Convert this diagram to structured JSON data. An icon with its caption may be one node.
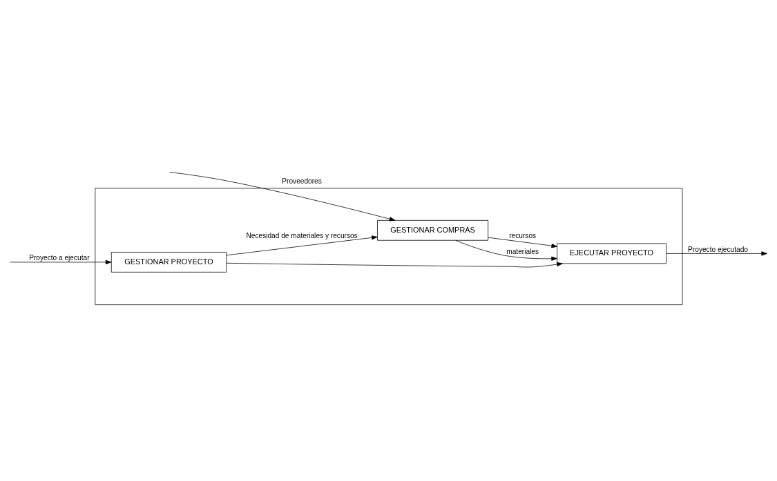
{
  "diagram": {
    "nodes": [
      {
        "text": [],
        "shape": "box"
      },
      {
        "text": [
          "GESTIONAR PROYECTO"
        ],
        "in": 0
      },
      {
        "text": [
          "EJECUTAR PROYECTO"
        ],
        "in": 0
      },
      {
        "text": [
          "GESTIONAR COMPRAS"
        ],
        "in": 0
      }
    ],
    "edges": [
      {
        "from": null,
        "to": 1,
        "arrow": "to",
        "label": "Proyecto a ejecutar"
      },
      {
        "from": 1,
        "to": 2,
        "arrow": "to"
      },
      {
        "from": 1,
        "to": 3,
        "arrow": "to",
        "label": "Necesidad de materiales y recursos"
      },
      {
        "from": 3,
        "to": 2,
        "arrow": "to",
        "label": "materiales"
      },
      {
        "from": 3,
        "to": 2,
        "arrow": "to",
        "label": "recursos"
      },
      {
        "from": 2,
        "to": null,
        "arrow": "to",
        "label": "Proyecto ejecutado"
      },
      {
        "from": null,
        "to": 3,
        "arrow": "to",
        "label": "Proveedores"
      }
    ]
  }
}
